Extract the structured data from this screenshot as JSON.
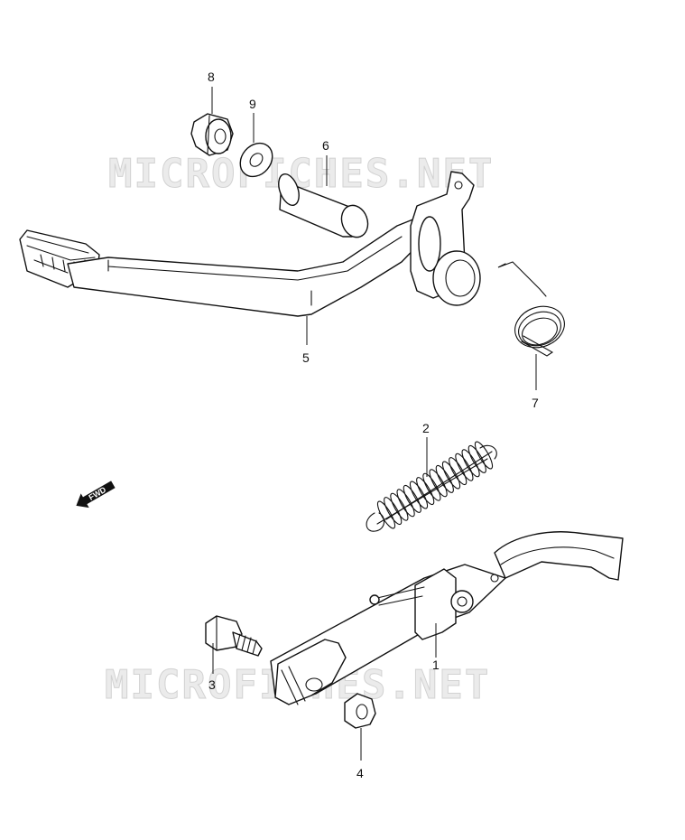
{
  "watermark": "MICROFICHES.NET",
  "direction_badge": "FWD",
  "callouts": [
    {
      "id": "part-1",
      "number": "1"
    },
    {
      "id": "part-2",
      "number": "2"
    },
    {
      "id": "part-3",
      "number": "3"
    },
    {
      "id": "part-4",
      "number": "4"
    },
    {
      "id": "part-5",
      "number": "5"
    },
    {
      "id": "part-6",
      "number": "6"
    },
    {
      "id": "part-7",
      "number": "7"
    },
    {
      "id": "part-8",
      "number": "8"
    },
    {
      "id": "part-9",
      "number": "9"
    }
  ]
}
